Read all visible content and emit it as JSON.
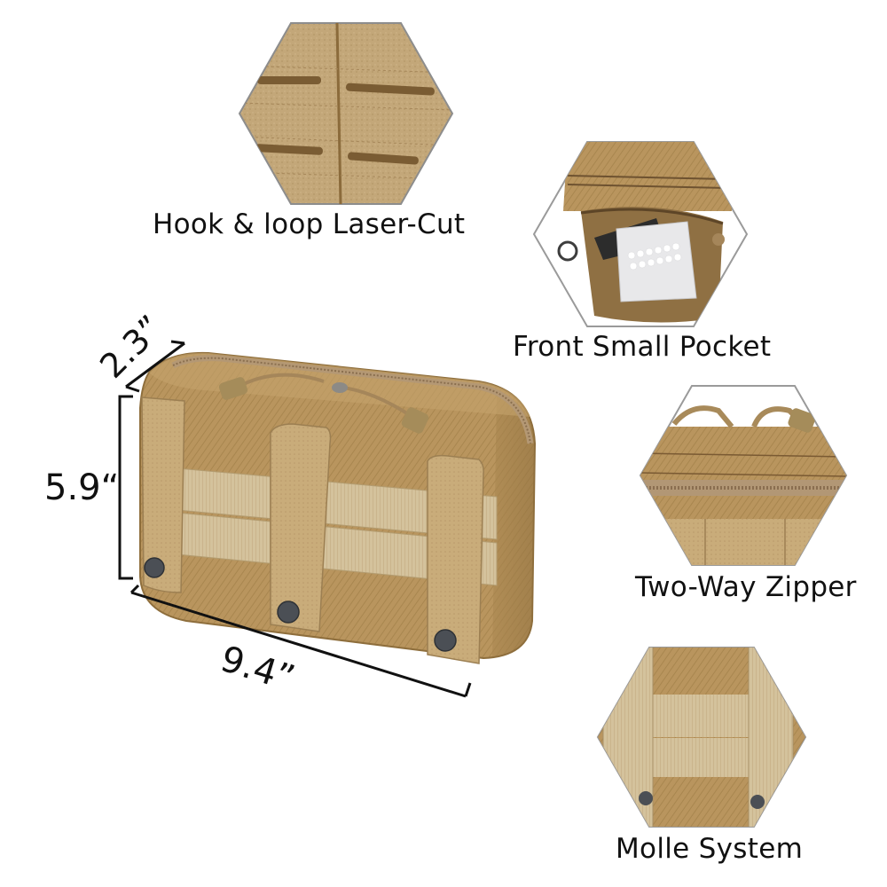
{
  "features": [
    {
      "id": "hook-loop",
      "label": "Hook & loop Laser-Cut"
    },
    {
      "id": "front-pocket",
      "label": "Front Small Pocket"
    },
    {
      "id": "two-way-zipper",
      "label": "Two-Way Zipper"
    },
    {
      "id": "molle",
      "label": "Molle System"
    }
  ],
  "dimensions": {
    "depth": "2.3”",
    "height": "5.9“",
    "width": "9.4”"
  },
  "colors": {
    "fabric": "#b9955e",
    "fabric_dark": "#9c7a45",
    "webbing": "#d2bf97",
    "hex_border": "#9a9a9a",
    "snap": "#4b4f55",
    "text": "#111111"
  }
}
